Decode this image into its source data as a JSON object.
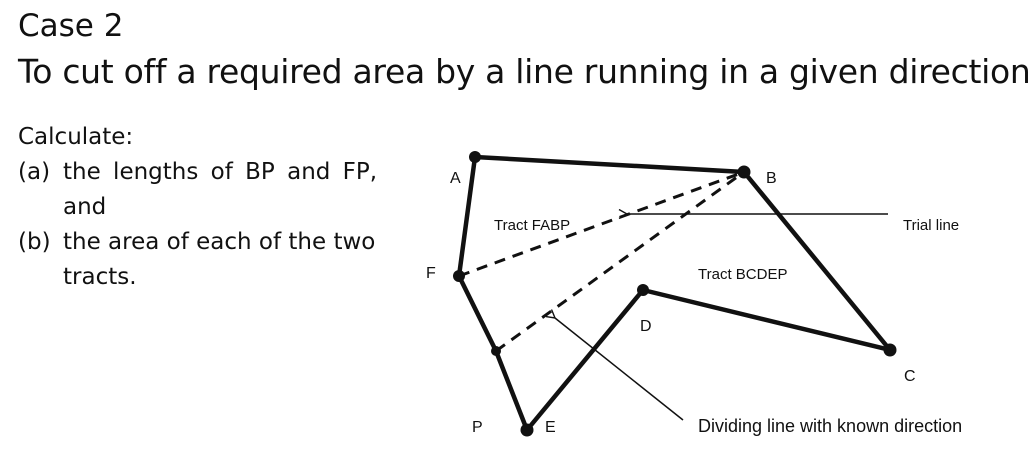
{
  "heading": {
    "title": "Case 2",
    "subtitle": "To cut off a required area by a line running in a given direction."
  },
  "question": {
    "intro": "Calculate:",
    "part_a_tag": "(a)",
    "part_a_line1": "the lengths of BP and FP,",
    "part_a_line2": "and",
    "part_b_tag": "(b)",
    "part_b_line1": "the area of each of the two",
    "part_b_line2": "tracts."
  },
  "diagram": {
    "vertices": {
      "A": "A",
      "B": "B",
      "C": "C",
      "D": "D",
      "E": "E",
      "F": "F",
      "P": "P"
    },
    "labels": {
      "tract_fabp": "Tract FABP",
      "tract_bcdep": "Tract BCDEP",
      "trial_line": "Trial line",
      "dividing_line": "Dividing line with known direction"
    },
    "colors": {
      "ink": "#111111",
      "background": "#ffffff"
    }
  }
}
